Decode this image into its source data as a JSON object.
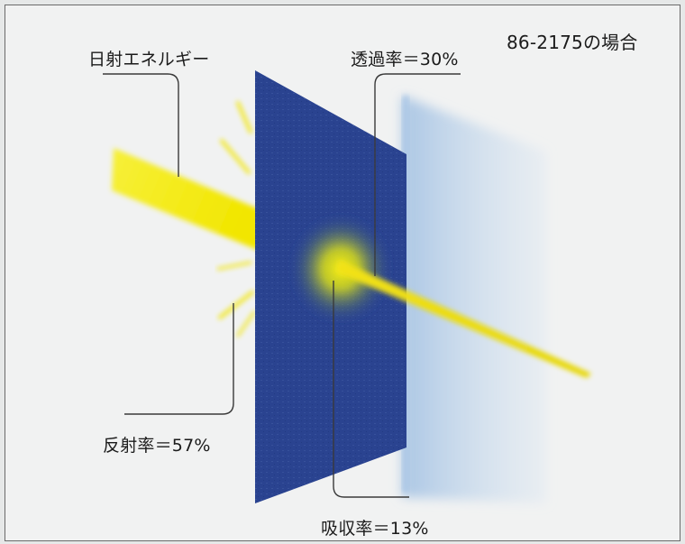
{
  "title": "86-2175の場合",
  "labels": {
    "solar_energy": "日射エネルギー",
    "transmittance": "透過率＝30%",
    "reflectance": "反射率＝57%",
    "absorptance": "吸収率＝13%"
  },
  "values": {
    "transmittance_percent": 30,
    "reflectance_percent": 57,
    "absorptance_percent": 13
  },
  "colors": {
    "glass": "#2f4a9a",
    "light": "#f2ea1c",
    "shadow": "#bcd3ea"
  }
}
